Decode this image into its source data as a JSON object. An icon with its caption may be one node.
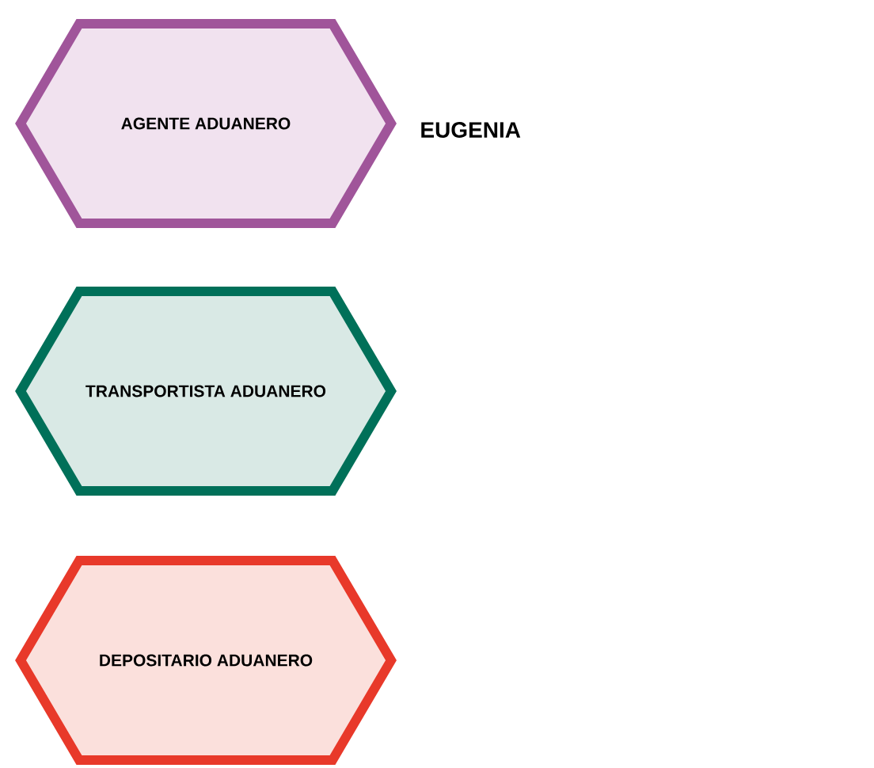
{
  "diagram": {
    "nodes": [
      {
        "text": [
          "AGENTE ADUANERO"
        ],
        "beside": [
          "EUGENIA"
        ]
      },
      {
        "text": [
          "TRANSPORTISTA ADUANERO"
        ]
      },
      {
        "text": [
          "DEPOSITARIO ADUANERO"
        ]
      }
    ]
  }
}
